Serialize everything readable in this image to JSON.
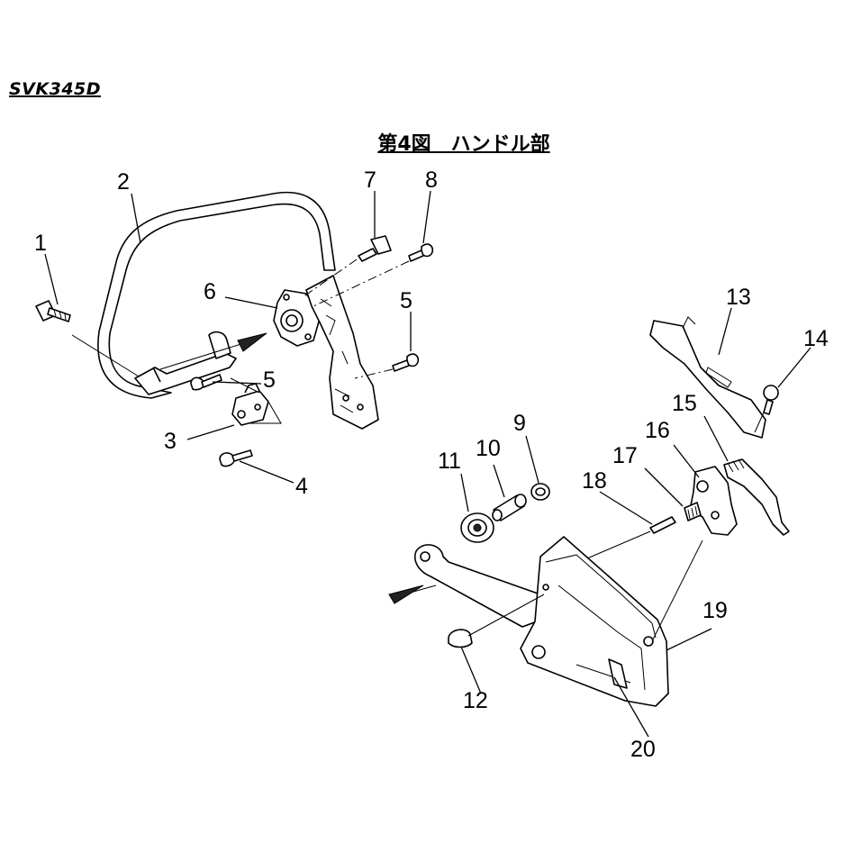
{
  "header": {
    "model": "SVK345D",
    "title": "第4図　ハンドル部"
  },
  "callouts": [
    "1",
    "2",
    "3",
    "4",
    "5",
    "5",
    "6",
    "7",
    "8",
    "9",
    "10",
    "11",
    "12",
    "13",
    "14",
    "15",
    "16",
    "17",
    "18",
    "19",
    "20"
  ]
}
